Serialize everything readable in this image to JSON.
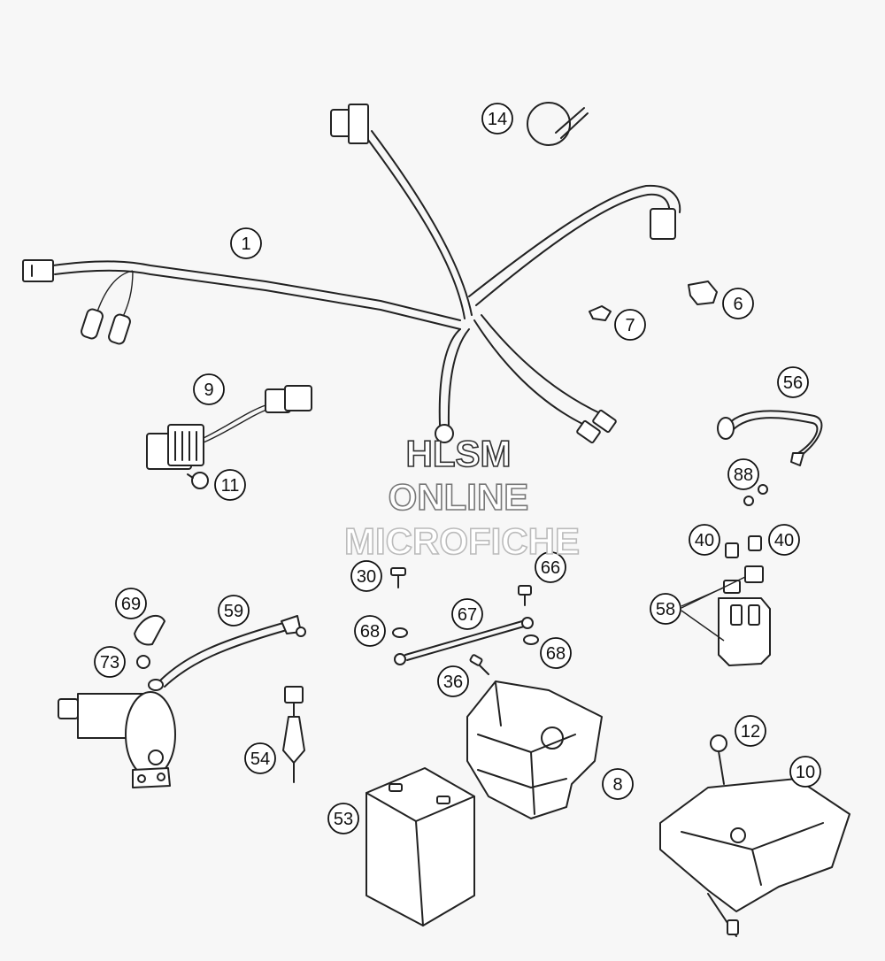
{
  "watermark": {
    "line1": "HLSM",
    "line2": "ONLINE",
    "line3": "MICROFICHE"
  },
  "callouts": [
    {
      "id": "c1",
      "label": "1"
    },
    {
      "id": "c6",
      "label": "6"
    },
    {
      "id": "c7",
      "label": "7"
    },
    {
      "id": "c8",
      "label": "8"
    },
    {
      "id": "c9",
      "label": "9"
    },
    {
      "id": "c10",
      "label": "10"
    },
    {
      "id": "c11",
      "label": "11"
    },
    {
      "id": "c12",
      "label": "12"
    },
    {
      "id": "c14",
      "label": "14"
    },
    {
      "id": "c30",
      "label": "30"
    },
    {
      "id": "c36",
      "label": "36"
    },
    {
      "id": "c40a",
      "label": "40"
    },
    {
      "id": "c40b",
      "label": "40"
    },
    {
      "id": "c53",
      "label": "53"
    },
    {
      "id": "c54",
      "label": "54"
    },
    {
      "id": "c56",
      "label": "56"
    },
    {
      "id": "c58",
      "label": "58"
    },
    {
      "id": "c59",
      "label": "59"
    },
    {
      "id": "c66",
      "label": "66"
    },
    {
      "id": "c67",
      "label": "67"
    },
    {
      "id": "c68a",
      "label": "68"
    },
    {
      "id": "c68b",
      "label": "68"
    },
    {
      "id": "c69",
      "label": "69"
    },
    {
      "id": "c73",
      "label": "73"
    },
    {
      "id": "c88",
      "label": "88"
    }
  ]
}
